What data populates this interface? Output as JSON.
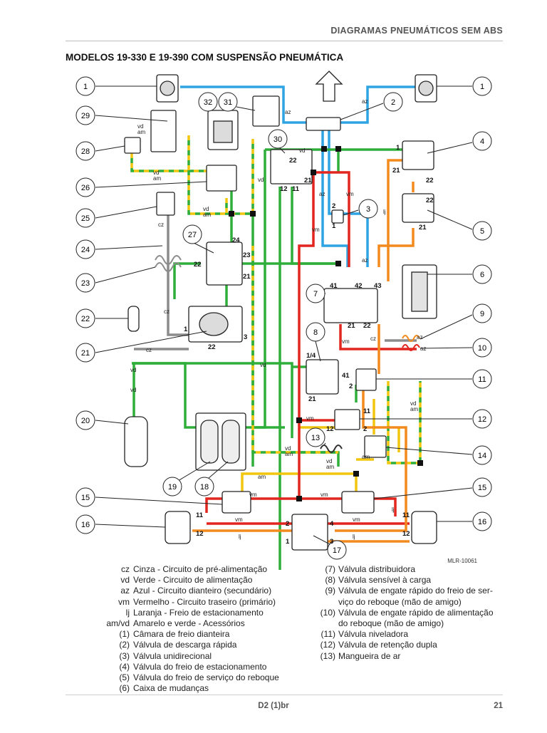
{
  "header": {
    "section_title": "DIAGRAMAS PNEUMÁTICOS SEM ABS",
    "page_title": "MODELOS 19-330 E 19-390 COM SUSPENSÃO PNEUMÁTICA"
  },
  "diagram": {
    "reference": "MLR-10061",
    "circuit_colors": {
      "cz": "#8c8c8c",
      "vd": "#2fae3a",
      "az": "#2ea4e2",
      "vm": "#e2261f",
      "lj": "#f28a1e",
      "am": "#f2c60e"
    },
    "callouts": [
      "1",
      "1",
      "2",
      "3",
      "4",
      "5",
      "6",
      "7",
      "8",
      "9",
      "10",
      "11",
      "12",
      "13",
      "14",
      "15",
      "15",
      "16",
      "16",
      "17",
      "18",
      "19",
      "20",
      "21",
      "22",
      "23",
      "24",
      "25",
      "26",
      "27",
      "28",
      "29",
      "30",
      "31",
      "32"
    ],
    "port_labels": [
      "1",
      "2",
      "3",
      "4",
      "11",
      "12",
      "21",
      "22",
      "23",
      "24",
      "41",
      "42",
      "43",
      "1/4"
    ],
    "line_labels": [
      "az",
      "vd",
      "am",
      "vm",
      "lj",
      "cz"
    ]
  },
  "legend": {
    "left": [
      {
        "code": "cz",
        "desc": "Cinza - Circuito de pré-alimentação"
      },
      {
        "code": "vd",
        "desc": "Verde - Circuito de alimentação"
      },
      {
        "code": "az",
        "desc": "Azul - Circuito dianteiro (secundário)"
      },
      {
        "code": "vm",
        "desc": "Vermelho - Circuito traseiro (primário)"
      },
      {
        "code": "lj",
        "desc": "Laranja - Freio de estacionamento"
      },
      {
        "code": "am/vd",
        "desc": "Amarelo e verde - Acessórios"
      },
      {
        "code": "(1)",
        "desc": "Câmara de freio dianteira"
      },
      {
        "code": "(2)",
        "desc": "Válvula de descarga rápida"
      },
      {
        "code": "(3)",
        "desc": "Válvula unidirecional"
      },
      {
        "code": "(4)",
        "desc": "Válvula do freio de estacionamento"
      },
      {
        "code": "(5)",
        "desc": "Válvula do freio de serviço do reboque"
      },
      {
        "code": "(6)",
        "desc": "Caixa de mudanças"
      }
    ],
    "right": [
      {
        "code": "(7)",
        "desc": "Válvula distribuidora"
      },
      {
        "code": "(8)",
        "desc": "Válvula sensível à carga"
      },
      {
        "code": "(9)",
        "desc": "Válvula de engate rápido do freio de ser-"
      },
      {
        "code": "",
        "desc": "viço do reboque (mão de amigo)"
      },
      {
        "code": "(10)",
        "desc": "Válvula de engate rápido de alimentação"
      },
      {
        "code": "",
        "desc": "do reboque (mão de amigo)"
      },
      {
        "code": "(11)",
        "desc": "Válvula niveladora"
      },
      {
        "code": "(12)",
        "desc": "Válvula de retenção dupla"
      },
      {
        "code": "(13)",
        "desc": "Mangueira de ar"
      }
    ]
  },
  "footer": {
    "doc_code": "D2 (1)br",
    "page_number": "21"
  }
}
